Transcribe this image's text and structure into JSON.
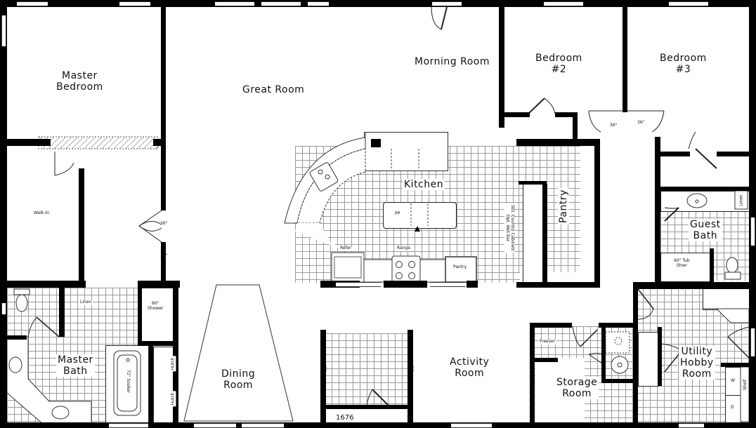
{
  "plan": {
    "rooms": {
      "master_bedroom": [
        "Master",
        "Bedroom"
      ],
      "great_room": "Great Room",
      "morning_room": "Morning Room",
      "bedroom2": [
        "Bedroom",
        "#2"
      ],
      "bedroom3": [
        "Bedroom",
        "#3"
      ],
      "kitchen": "Kitchen",
      "pantry": "Pantry",
      "walk_in": "Walk-In",
      "master_bath": [
        "Master",
        "Bath"
      ],
      "guest_bath": [
        "Guest",
        "Bath"
      ],
      "dining_room": [
        "Dining",
        "Room"
      ],
      "activity_room": [
        "Activity",
        "Room"
      ],
      "storage_room": [
        "Storage",
        "Room"
      ],
      "utility_room": [
        "Utility",
        "Hobby",
        "Room"
      ]
    },
    "fixtures": {
      "linen_master": "Linen",
      "shower_master": [
        "60\"",
        "Shower"
      ],
      "soaker": [
        "72\"",
        "Soaker"
      ],
      "hutch_1": "Hutch",
      "hutch_2": "Hutch",
      "refer": "Refer",
      "range": "Range",
      "kitchen_pantry": "Pantry",
      "island_pp": "PP",
      "cabinets_note": [
        "Std. Country Cabinets",
        "Opt. Wet Bar"
      ],
      "linen_guest": "Linen",
      "tub_guest": [
        "60\" Tub",
        "Shwr"
      ],
      "freezer": "Freezer",
      "washer": "W",
      "dryer": "D",
      "shelf": "Shelf"
    },
    "dimensions": {
      "door_36_a": "36\"",
      "door_36_b": "36\"",
      "door_36_c": "36\"",
      "door_36_d": "36\"",
      "model_number": "1676"
    }
  }
}
